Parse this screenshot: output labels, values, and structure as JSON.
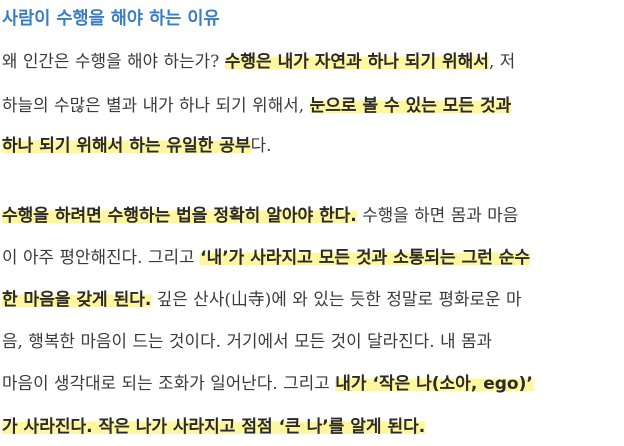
{
  "heading": "사람이 수행을 해야 하는 이유",
  "paragraph1": [
    [
      {
        "t": "왜 인간은 수행을 해야 하는가? ",
        "h": false
      },
      {
        "t": "수행은 내가 자연과 하나 되기 위해서",
        "h": true
      },
      {
        "t": ", 저",
        "h": false
      }
    ],
    [
      {
        "t": "하늘의 수많은 별과 내가 하나 되기 위해서, ",
        "h": false
      },
      {
        "t": "눈으로 볼 수 있는 모든 것과",
        "h": true
      }
    ],
    [
      {
        "t": "하나 되기 위해서 하는 유일한 공부",
        "h": true
      },
      {
        "t": "다.",
        "h": false
      }
    ]
  ],
  "paragraph2": [
    [
      {
        "t": "수행을 하려면 수행하는 법을 정확히 알아야 한다.",
        "h": true
      },
      {
        "t": " 수행을 하면 몸과 마음",
        "h": false
      }
    ],
    [
      {
        "t": "이 아주 평안해진다. 그리고 ",
        "h": false
      },
      {
        "t": "‘내’가 사라지고 모든 것과 소통되는 그런 순수",
        "h": true
      }
    ],
    [
      {
        "t": "한 마음을 갖게 된다.",
        "h": true
      },
      {
        "t": " 깊은 산사(山寺)에 와 있는 듯한 정말로 평화로운 마",
        "h": false
      }
    ],
    [
      {
        "t": "음, 행복한 마음이 드는 것이다. 거기에서 모든 것이 달라진다. 내 몸과",
        "h": false
      }
    ],
    [
      {
        "t": "마음이 생각대로 되는 조화가 일어난다. 그리고 ",
        "h": false
      },
      {
        "t": "내가 ‘작은 나(소아, ego)’",
        "h": true
      }
    ],
    [
      {
        "t": "가 사라진다. 작은 나가 사라지고 점점 ‘큰 나’를 알게 된다.",
        "h": true
      }
    ]
  ]
}
